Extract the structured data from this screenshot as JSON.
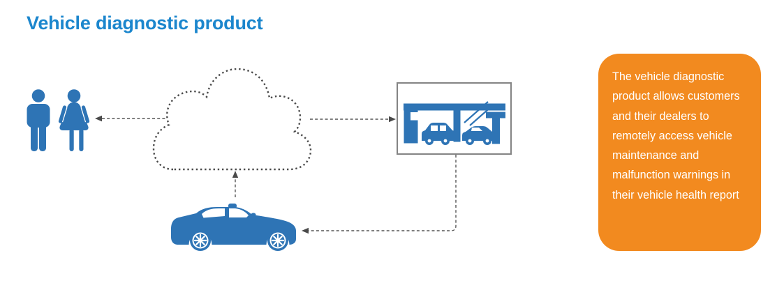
{
  "title": {
    "text": "Vehicle diagnostic product",
    "color": "#1b86cd"
  },
  "callout": {
    "text": "The vehicle diagnostic product allows customers and their dealers to remotely access vehicle maintenance and malfunction warnings in their vehicle health report",
    "background": "#f28a1f",
    "text_color": "#ffffff"
  },
  "diagram": {
    "nodes": [
      {
        "id": "customers",
        "icon": "man-woman-couple-icon",
        "color": "#2e74b5"
      },
      {
        "id": "cloud",
        "icon": "dotted-cloud-icon",
        "style": "dotted-outline",
        "color": "#4a4a4a"
      },
      {
        "id": "dealer",
        "icon": "dealer-garage-icon",
        "frame": "white-box-gray-border",
        "color": "#2e74b5"
      },
      {
        "id": "vehicle",
        "icon": "sedan-car-icon",
        "color": "#2e74b5"
      }
    ],
    "edges": [
      {
        "from": "cloud",
        "to": "customers",
        "style": "dashed-arrow"
      },
      {
        "from": "cloud",
        "to": "dealer",
        "style": "dashed-arrow"
      },
      {
        "from": "vehicle",
        "to": "cloud",
        "style": "dashed-arrow"
      },
      {
        "from": "dealer",
        "to": "vehicle",
        "style": "dashed-arrow"
      }
    ]
  },
  "colors": {
    "icon_blue": "#2e74b5",
    "title_blue": "#1b86cd",
    "callout_orange": "#f28a1f",
    "connector_gray": "#555555",
    "cloud_dot_gray": "#4a4a4a",
    "dealer_border_gray": "#848484",
    "background": "#ffffff"
  }
}
